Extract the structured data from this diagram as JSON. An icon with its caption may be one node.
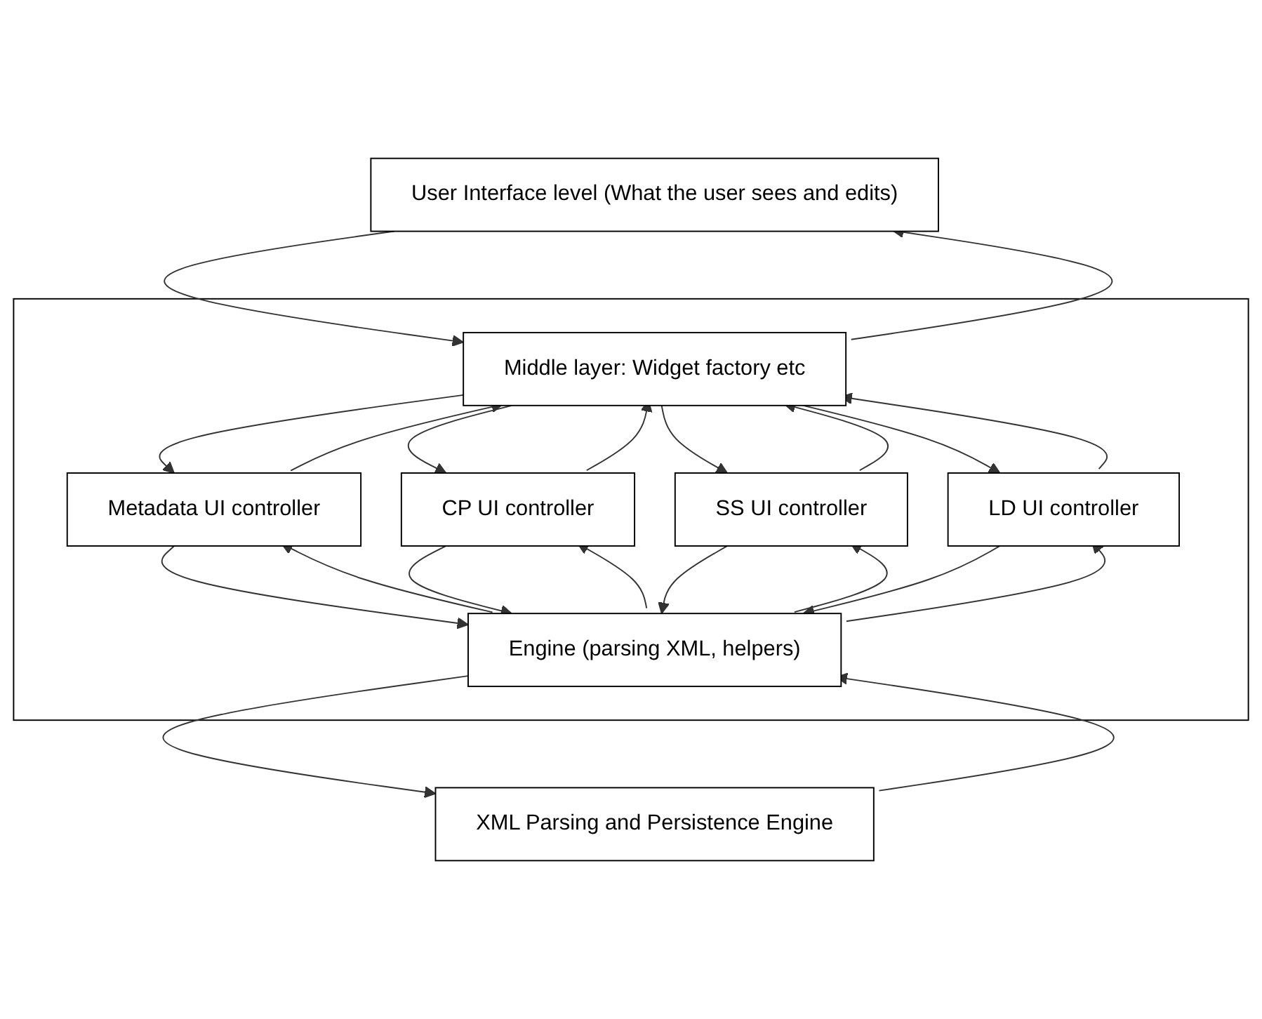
{
  "diagram": {
    "nodes": [
      {
        "text": [
          "User Interface level (What the user sees and edits)"
        ]
      },
      {
        "text": [],
        "shape": "box"
      },
      {
        "text": [
          "Middle layer: Widget factory etc"
        ],
        "in": 1
      },
      {
        "text": [
          "Metadata UI controller"
        ],
        "in": 1
      },
      {
        "text": [
          "CP UI controller"
        ],
        "in": 1
      },
      {
        "text": [
          "SS UI controller"
        ],
        "in": 1
      },
      {
        "text": [
          "LD UI controller"
        ],
        "in": 1
      },
      {
        "text": [
          "Engine (parsing XML, helpers)"
        ],
        "in": 1
      },
      {
        "text": [
          "XML Parsing and Persistence Engine"
        ]
      }
    ],
    "edges": [
      {
        "from": 0,
        "to": 2,
        "arrow": "to"
      },
      {
        "from": 2,
        "to": 0,
        "arrow": "to"
      },
      {
        "from": 2,
        "to": 3,
        "arrow": "to"
      },
      {
        "from": 3,
        "to": 2,
        "arrow": "to"
      },
      {
        "from": 2,
        "to": 4,
        "arrow": "to"
      },
      {
        "from": 4,
        "to": 2,
        "arrow": "to"
      },
      {
        "from": 2,
        "to": 5,
        "arrow": "to"
      },
      {
        "from": 5,
        "to": 2,
        "arrow": "to"
      },
      {
        "from": 2,
        "to": 6,
        "arrow": "to"
      },
      {
        "from": 6,
        "to": 2,
        "arrow": "to"
      },
      {
        "from": 3,
        "to": 7,
        "arrow": "to"
      },
      {
        "from": 7,
        "to": 3,
        "arrow": "to"
      },
      {
        "from": 4,
        "to": 7,
        "arrow": "to"
      },
      {
        "from": 7,
        "to": 4,
        "arrow": "to"
      },
      {
        "from": 5,
        "to": 7,
        "arrow": "to"
      },
      {
        "from": 7,
        "to": 5,
        "arrow": "to"
      },
      {
        "from": 6,
        "to": 7,
        "arrow": "to"
      },
      {
        "from": 7,
        "to": 6,
        "arrow": "to"
      },
      {
        "from": 7,
        "to": 8,
        "arrow": "to"
      },
      {
        "from": 8,
        "to": 7,
        "arrow": "to"
      }
    ]
  }
}
